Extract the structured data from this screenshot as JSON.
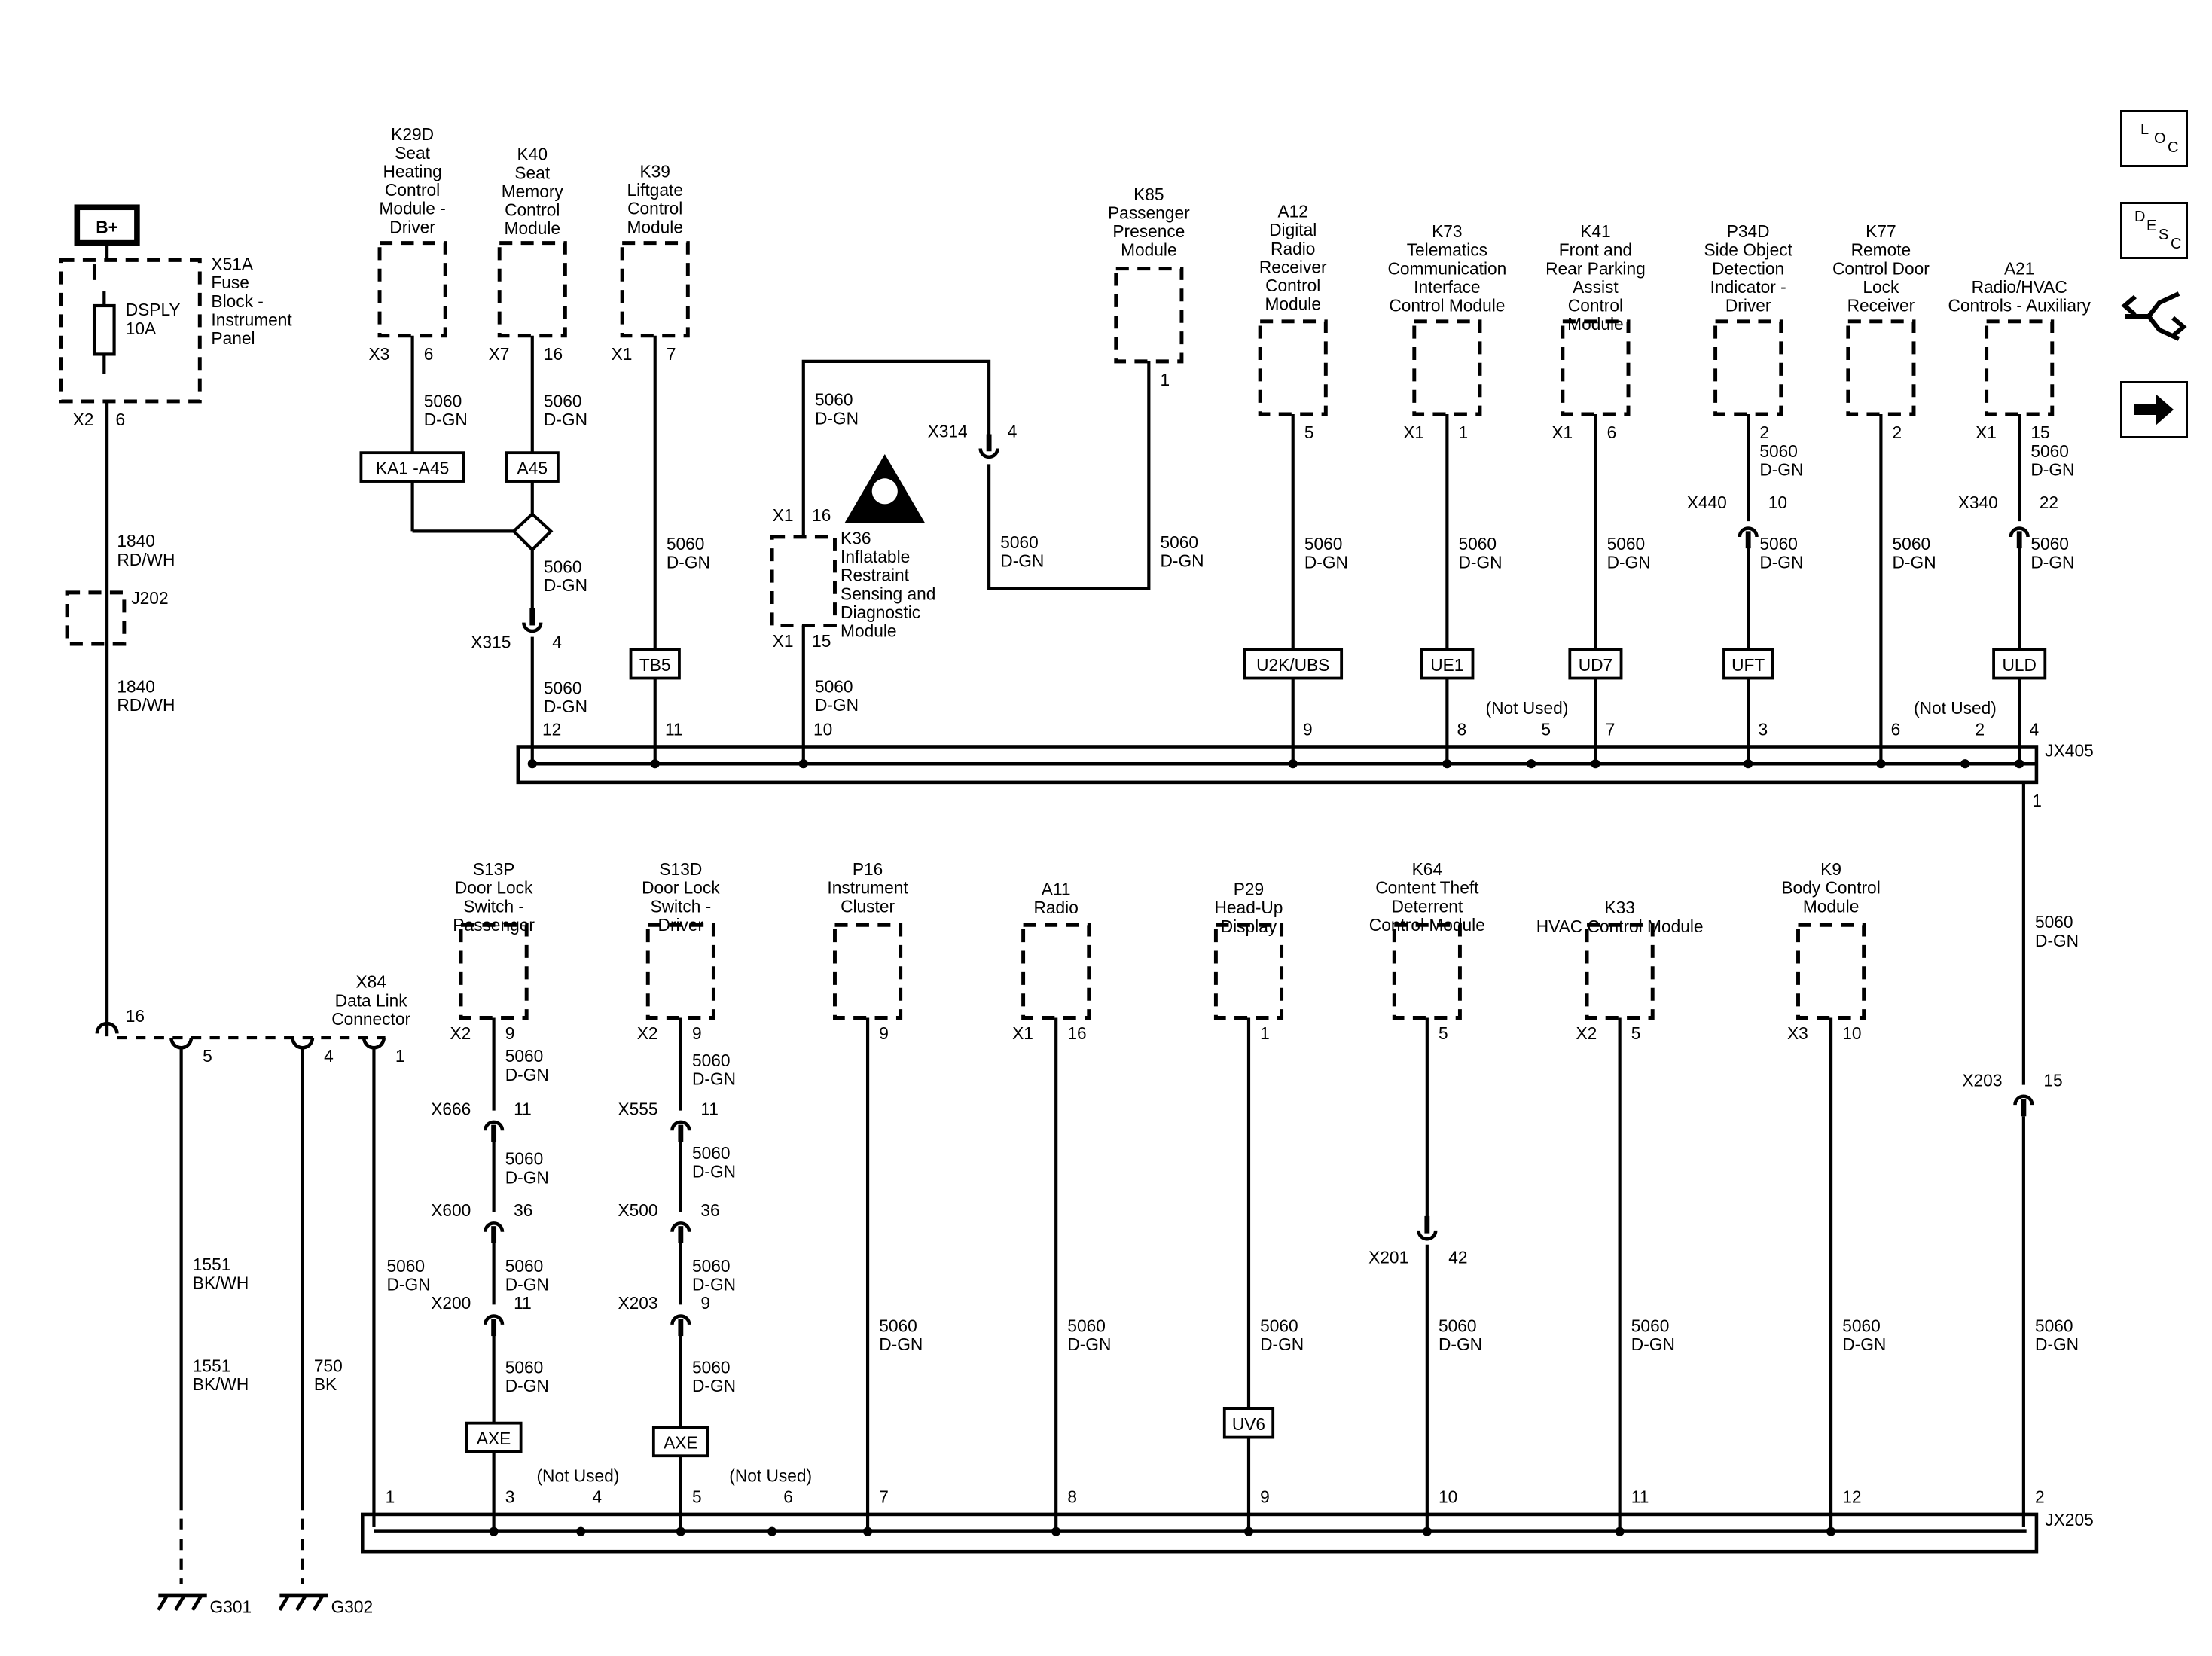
{
  "power": {
    "label": "B+"
  },
  "fuse_block": {
    "title": [
      "X51A",
      "Fuse",
      "Block -",
      "Instrument",
      "Panel"
    ],
    "fuse": [
      "DSPLY",
      "10A"
    ],
    "connector": "X2",
    "pin": "6"
  },
  "feed_wires": [
    [
      "1840",
      "RD/WH"
    ],
    [
      "1840",
      "RD/WH"
    ]
  ],
  "splice_j202": "J202",
  "upper_modules": [
    {
      "id": "k29d",
      "lines": [
        "K29D",
        "Seat",
        "Heating",
        "Control",
        "Module -",
        "Driver"
      ],
      "connector": "X3",
      "pin": "6",
      "wire": [
        "5060",
        "D-GN"
      ],
      "tag": "KA1 -A45"
    },
    {
      "id": "k40",
      "lines": [
        "K40",
        "Seat",
        "Memory",
        "Control",
        "Module"
      ],
      "connector": "X7",
      "pin": "16",
      "wire": [
        "5060",
        "D-GN"
      ],
      "tag": "A45"
    },
    {
      "id": "k39",
      "lines": [
        "K39",
        "Liftgate",
        "Control",
        "Module"
      ],
      "connector": "X1",
      "pin": "7",
      "wire": [
        "5060",
        "D-GN"
      ],
      "tag": "TB5"
    },
    {
      "id": "k85",
      "lines": [
        "K85",
        "Passenger",
        "Presence",
        "Module"
      ],
      "connector": "",
      "pin": "1",
      "wire": [
        "5060",
        "D-GN"
      ],
      "tag": ""
    },
    {
      "id": "a12",
      "lines": [
        "A12",
        "Digital",
        "Radio",
        "Receiver",
        "Control",
        "Module"
      ],
      "connector": "",
      "pin": "5",
      "wire": [
        "5060",
        "D-GN"
      ],
      "tag": "U2K/UBS"
    },
    {
      "id": "k73",
      "lines": [
        "K73",
        "Telematics",
        "Communication",
        "Interface",
        "Control Module"
      ],
      "connector": "X1",
      "pin": "1",
      "wire": [
        "5060",
        "D-GN"
      ],
      "tag": "UE1"
    },
    {
      "id": "k41",
      "lines": [
        "K41",
        "Front and",
        "Rear Parking",
        "Assist",
        "Control",
        "Module"
      ],
      "connector": "X1",
      "pin": "6",
      "wire": [
        "5060",
        "D-GN"
      ],
      "tag": "UD7"
    },
    {
      "id": "p34d",
      "lines": [
        "P34D",
        "Side Object",
        "Detection",
        "Indicator -",
        "Driver"
      ],
      "connector": "",
      "pin": "2",
      "wire": [
        "5060",
        "D-GN"
      ],
      "tag": "UFT"
    },
    {
      "id": "k77",
      "lines": [
        "K77",
        "Remote",
        "Control Door",
        "Lock",
        "Receiver"
      ],
      "connector": "",
      "pin": "2",
      "wire": [
        "5060",
        "D-GN"
      ],
      "tag": ""
    },
    {
      "id": "a21",
      "lines": [
        "A21",
        "Radio/HVAC",
        "Controls - Auxiliary"
      ],
      "connector": "X1",
      "pin": "15",
      "wire": [
        "5060",
        "D-GN"
      ],
      "tag": "ULD"
    }
  ],
  "k36": {
    "lines": [
      "K36",
      "Inflatable",
      "Restraint",
      "Sensing and",
      "Diagnostic",
      "Module"
    ],
    "top_connector": "X1",
    "top_pin": "16",
    "bottom_connector": "X1",
    "bottom_pin": "15"
  },
  "inline_connectors_upper": [
    {
      "id": "x315",
      "name": "X315",
      "pin": "4"
    },
    {
      "id": "x314",
      "name": "X314",
      "pin": "4"
    },
    {
      "id": "x440",
      "name": "X440",
      "pin": "10"
    },
    {
      "id": "x340",
      "name": "X340",
      "pin": "22"
    }
  ],
  "wire_std": [
    "5060",
    "D-GN"
  ],
  "jx405": {
    "name": "JX405",
    "pins": [
      "12",
      "11",
      "10",
      "9",
      "8",
      "5",
      "7",
      "3",
      "6",
      "2",
      "4"
    ],
    "not_used": "(Not Used)",
    "out_pin": "1"
  },
  "right_riser": {
    "wire": [
      "5060",
      "D-GN"
    ],
    "connector": "X203",
    "pin": "15"
  },
  "lower_modules": [
    {
      "id": "s13p",
      "lines": [
        "S13P",
        "Door Lock",
        "Switch -",
        "Passenger"
      ],
      "connector": "X2",
      "pin": "9",
      "tag": "AXE"
    },
    {
      "id": "s13d",
      "lines": [
        "S13D",
        "Door Lock",
        "Switch -",
        "Driver"
      ],
      "connector": "X2",
      "pin": "9",
      "tag": "AXE"
    },
    {
      "id": "p16",
      "lines": [
        "P16",
        "Instrument",
        "Cluster"
      ],
      "connector": "",
      "pin": "9",
      "tag": ""
    },
    {
      "id": "a11",
      "lines": [
        "A11",
        "Radio"
      ],
      "connector": "X1",
      "pin": "16",
      "tag": ""
    },
    {
      "id": "p29",
      "lines": [
        "P29",
        "Head-Up",
        "Display"
      ],
      "connector": "",
      "pin": "1",
      "tag": "UV6"
    },
    {
      "id": "k64",
      "lines": [
        "K64",
        "Content Theft",
        "Deterrent",
        "Control Module"
      ],
      "connector": "",
      "pin": "5",
      "tag": ""
    },
    {
      "id": "k33",
      "lines": [
        "K33",
        "HVAC Control Module"
      ],
      "connector": "X2",
      "pin": "5",
      "tag": ""
    },
    {
      "id": "k9",
      "lines": [
        "K9",
        "Body Control",
        "Module"
      ],
      "connector": "X3",
      "pin": "10",
      "tag": ""
    }
  ],
  "inline_connectors_lower": [
    {
      "id": "x666",
      "name": "X666",
      "pin": "11"
    },
    {
      "id": "x600",
      "name": "X600",
      "pin": "36"
    },
    {
      "id": "x200",
      "name": "X200",
      "pin": "11"
    },
    {
      "id": "x555",
      "name": "X555",
      "pin": "11"
    },
    {
      "id": "x500",
      "name": "X500",
      "pin": "36"
    },
    {
      "id": "x203",
      "name": "X203",
      "pin": "9"
    },
    {
      "id": "x201",
      "name": "X201",
      "pin": "42"
    }
  ],
  "x84": {
    "lines": [
      "X84",
      "Data Link",
      "Connector"
    ],
    "pins": [
      "16",
      "5",
      "4",
      "1"
    ]
  },
  "ground_wires": [
    [
      "1551",
      "BK/WH"
    ],
    [
      "1551",
      "BK/WH"
    ],
    [
      "750",
      "BK"
    ]
  ],
  "grounds": [
    "G301",
    "G302"
  ],
  "jx205": {
    "name": "JX205",
    "pins": [
      "1",
      "3",
      "4",
      "5",
      "6",
      "7",
      "8",
      "9",
      "10",
      "11",
      "12",
      "2"
    ],
    "not_used": "(Not Used)"
  },
  "nav": {
    "loc": [
      "L",
      "O",
      "C"
    ],
    "desc": [
      "D",
      "E",
      "S",
      "C"
    ]
  },
  "colors": {
    "line": "#000000",
    "background": "#ffffff"
  }
}
